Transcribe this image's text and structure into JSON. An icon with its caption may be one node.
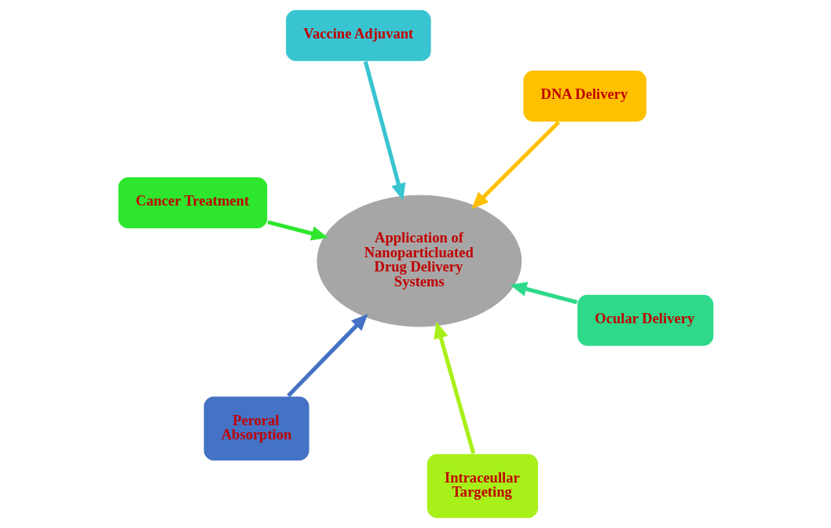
{
  "diagram": {
    "nodes": [
      {
        "text": [
          "Cancer Treatment"
        ]
      },
      {
        "text": [
          "Ocular Delivery"
        ]
      },
      {
        "text": [
          "Intraceullar Targeting"
        ]
      },
      {
        "text": [
          "Vaccine Adjuvant"
        ]
      },
      {
        "text": [
          "DNA Delivery"
        ]
      },
      {
        "text": [
          "Application of Nanoparticluated Drug Delivery Systems"
        ]
      },
      {
        "text": [
          "Peroral Absorption"
        ]
      }
    ],
    "edges": [
      {
        "from": 0,
        "to": 5,
        "arrow": "to",
        "color": "#2ee62e"
      },
      {
        "from": 1,
        "to": 5,
        "arrow": "to",
        "color": "#2ed98a"
      },
      {
        "from": 2,
        "to": 5,
        "arrow": "to",
        "color": "#a8f01a"
      },
      {
        "from": 3,
        "to": 5,
        "arrow": "to",
        "color": "#38c4d0"
      },
      {
        "from": 4,
        "to": 5,
        "arrow": "to",
        "color": "#ffc000"
      },
      {
        "from": 6,
        "to": 5,
        "arrow": "to",
        "color": "#4472c4"
      }
    ]
  }
}
